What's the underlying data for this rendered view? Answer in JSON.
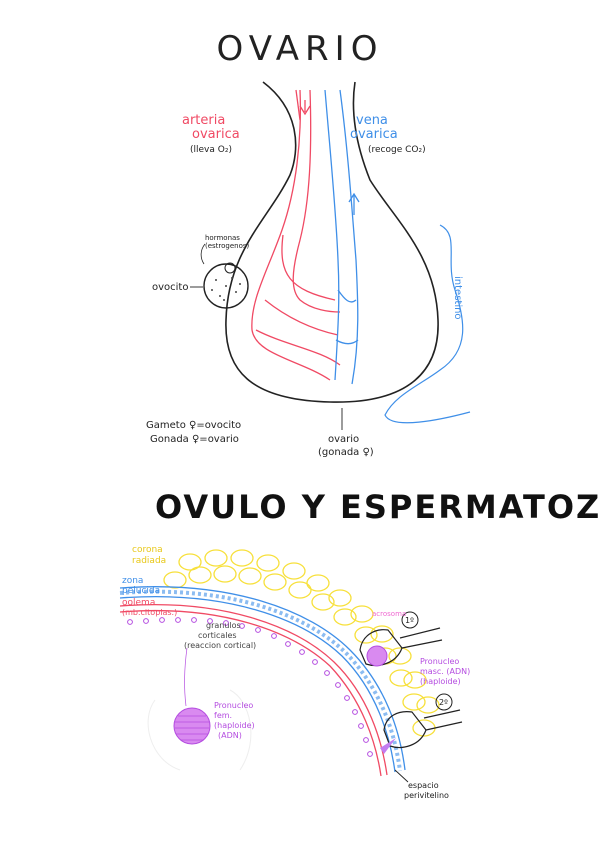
{
  "ovario": {
    "title": "OVARIO",
    "arteria": "arteria",
    "arteria2": "ovarica",
    "arteria_note": "(lleva O₂)",
    "vena": "vena",
    "vena2": "ovarica",
    "vena_note": "(recoge CO₂)",
    "hormonas": "hormonas",
    "hormonas2": "(estrogenos)",
    "ovocito": "ovocito",
    "intestino": "intestino",
    "gameto": "Gameto ♀=ovocito",
    "gonada": "Gonada ♀=ovario",
    "ovario_lbl": "ovario",
    "ovario_lbl2": "(gonada ♀)"
  },
  "ovulo": {
    "title": "OVULO Y ESPERMATOZ.",
    "corona": "corona",
    "corona2": "radiada",
    "zona": "zona",
    "zona2": "pelucida",
    "oolema": "oolema",
    "oolema2": "(mb.citoplas.)",
    "granulos": "granulos",
    "granulos2": "corticales",
    "granulos3": "(reaccion cortical)",
    "acrosoma": "acrosoma",
    "n1": "1º",
    "n2": "2º",
    "pron_masc": "Pronucleo",
    "pron_masc2": "masc. (ADN)",
    "pron_masc3": "(haploide)",
    "pron_fem": "Pronucleo",
    "pron_fem2": "fem.",
    "pron_fem3": "(haploide)",
    "pron_fem4": "(ADN)",
    "espacio": "espacio",
    "espacio2": "perivitelino"
  },
  "colors": {
    "artery": "#f04a64",
    "vein": "#3f8fe8",
    "yellow": "#f7e03a",
    "purple": "#b44ce0",
    "pink": "#f06bd2",
    "ink": "#222222"
  }
}
